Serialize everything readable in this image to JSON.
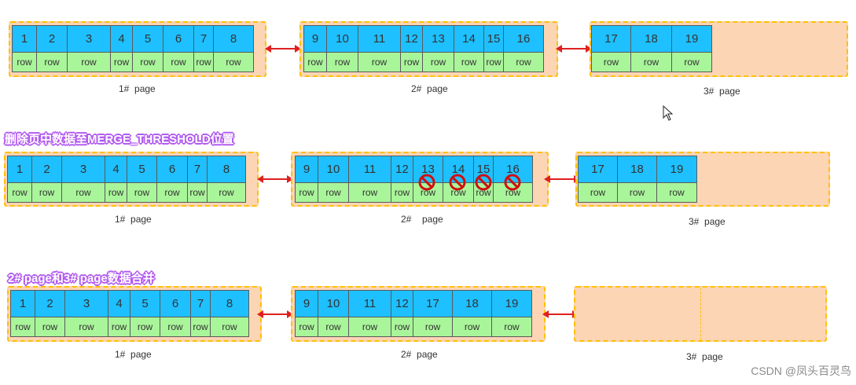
{
  "titles": {
    "step2": "删除页中数据至MERGE_THRESHOLD位置",
    "step3": "2# page和3# page数据合并"
  },
  "row_label": "row",
  "rows": [
    {
      "pages": [
        {
          "label": "1#  page",
          "keys": [
            "1",
            "2",
            "3",
            "4",
            "5",
            "6",
            "7",
            "8"
          ]
        },
        {
          "label": "2#  page",
          "keys": [
            "9",
            "10",
            "11",
            "12",
            "13",
            "14",
            "15",
            "16"
          ]
        },
        {
          "label": "3#  page",
          "keys": [
            "17",
            "18",
            "19"
          ]
        }
      ]
    },
    {
      "pages": [
        {
          "label": "1#  page",
          "keys": [
            "1",
            "2",
            "3",
            "4",
            "5",
            "6",
            "7",
            "8"
          ]
        },
        {
          "label": "2#  ",
          "label2": "page",
          "keys": [
            "9",
            "10",
            "11",
            "12",
            "13",
            "14",
            "15",
            "16"
          ],
          "deleted": [
            "13",
            "14",
            "15",
            "16"
          ]
        },
        {
          "label": "3#  page",
          "keys": [
            "17",
            "18",
            "19"
          ]
        }
      ]
    },
    {
      "pages": [
        {
          "label": "1#  page",
          "keys": [
            "1",
            "2",
            "3",
            "4",
            "5",
            "6",
            "7",
            "8"
          ]
        },
        {
          "label": "2#  page",
          "keys": [
            "9",
            "10",
            "11",
            "12",
            "17",
            "18",
            "19"
          ]
        },
        {
          "label": "3#  page",
          "keys": []
        }
      ]
    }
  ],
  "watermark": "CSDN @凤头百灵鸟",
  "icons": {
    "deleted": "no-entry-icon",
    "link": "double-arrow-icon",
    "cursor": "mouse-pointer-icon"
  },
  "colors": {
    "key": "#1ec0ff",
    "row": "#a9f59a",
    "page": "#fcd5b4",
    "border": "#ffc000",
    "arrow": "#e02020",
    "title": "#b25cf0"
  }
}
